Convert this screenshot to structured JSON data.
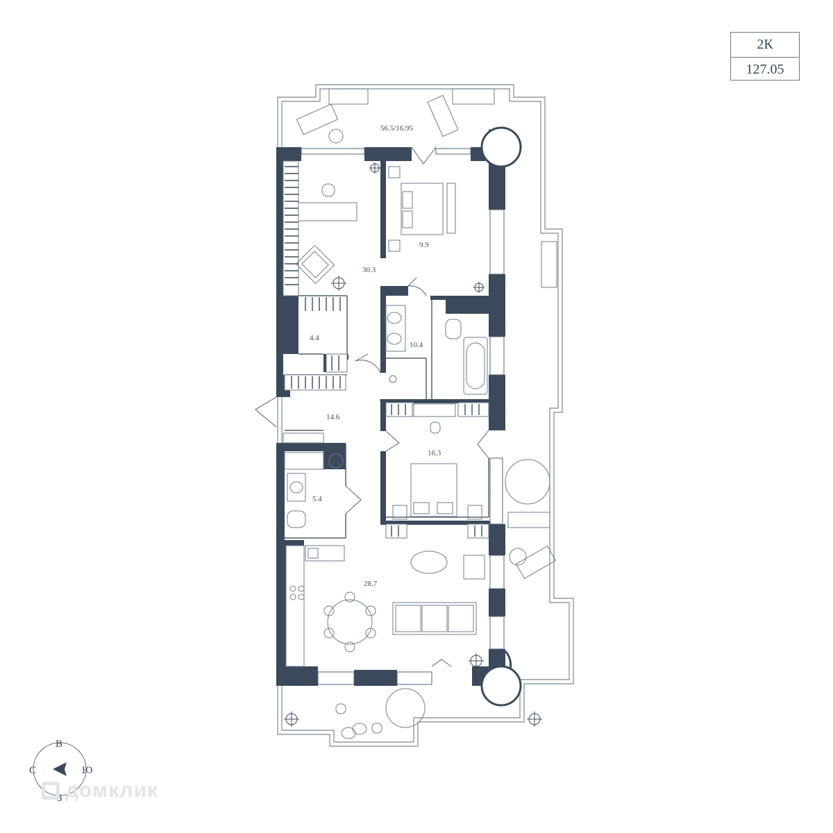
{
  "apartment": {
    "type": "2К",
    "area": "127.05"
  },
  "rooms": [
    {
      "id": "terrace",
      "area": "56.5/16.95"
    },
    {
      "id": "study",
      "area": "30.3"
    },
    {
      "id": "bedroom",
      "area": "9.9"
    },
    {
      "id": "closet",
      "area": "4.4"
    },
    {
      "id": "bathroom",
      "area": "10.4"
    },
    {
      "id": "hall",
      "area": "14.6"
    },
    {
      "id": "bedroom-2",
      "area": "16.3"
    },
    {
      "id": "wc",
      "area": "5.4"
    },
    {
      "id": "living",
      "area": "28.7"
    }
  ],
  "compass": {
    "north": "В",
    "south": "З",
    "west": "С",
    "east": "Ю"
  },
  "watermark": "домклик",
  "colors": {
    "wall": "#3a4a5c",
    "line": "#52606f",
    "fixture": "#6f7b88"
  }
}
